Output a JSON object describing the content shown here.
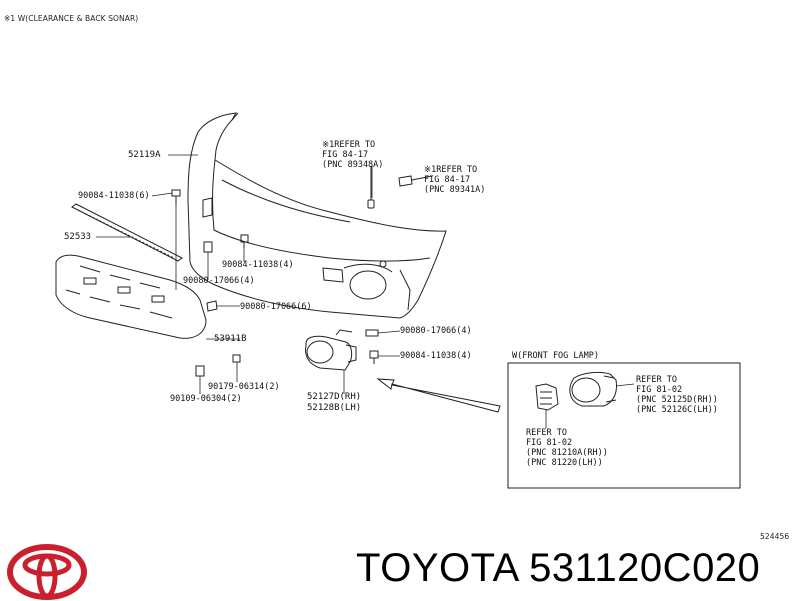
{
  "header_note": "※1 W(CLEARANCE & BACK SONAR)",
  "fig_number": "524456",
  "brand": {
    "name": "TOYOTA",
    "part_number": "531120C020",
    "caption": "TOYOTA 531120C020",
    "color": "#cc1f2e"
  },
  "labels": {
    "p52119A": "52119A",
    "p90084_6": "90084-11038(6)",
    "p52533": "52533",
    "p90084_4a": "90084-11038(4)",
    "p90080_4a": "90080-17066(4)",
    "p90080_6": "90080-17066(6)",
    "p53911B": "53911B",
    "p90080_4b": "90080-17066(4)",
    "p90084_4b": "90084-11038(4)",
    "p90179": "90179-06314(2)",
    "p90109": "90109-06304(2)",
    "p52127D": "52127D(RH)",
    "p52128B": "52128B(LH)",
    "ref1": "※1REFER TO\nFIG 84-17\n(PNC 89348A)",
    "ref2": "※1REFER TO\nFIG 84-17\n(PNC 89341A)"
  },
  "inset": {
    "title": "W(FRONT FOG LAMP)",
    "ref_a": "REFER TO\nFIG 81-02\n(PNC 52125D(RH))\n(PNC 52126C(LH))",
    "ref_b": "REFER TO\nFIG 81-02\n(PNC 81210A(RH))\n(PNC 81220(LH))"
  }
}
